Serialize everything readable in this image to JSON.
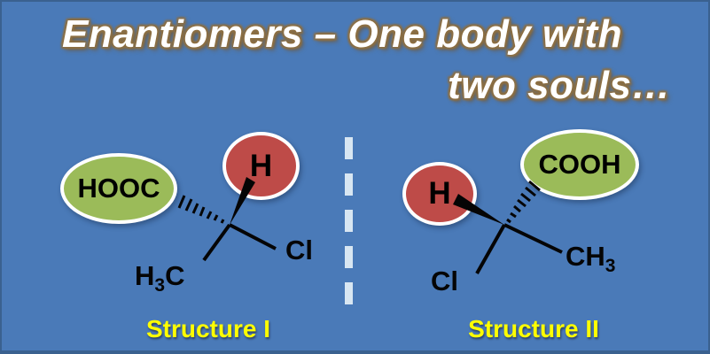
{
  "title": {
    "line1": "Enantiomers – One body with",
    "line2": "two souls…"
  },
  "colors": {
    "background": "#4a7ab8",
    "border": "#3a618f",
    "bubble_green": "#9bbb59",
    "bubble_red": "#be4b48",
    "bubble_outline": "#ffffff",
    "caption_yellow": "#ffff00",
    "title_text": "#ffffff",
    "title_glow": "#8d6f42",
    "divider_dash": "#d8e6f2",
    "bond_black": "#050505"
  },
  "structure1": {
    "caption": "Structure I",
    "acid_group": "HOOC",
    "hydrogen": "H",
    "chlorine": "Cl",
    "methyl": {
      "p1": "H",
      "sub": "3",
      "p2": "C"
    }
  },
  "structure2": {
    "caption": "Structure II",
    "acid_group": "COOH",
    "hydrogen": "H",
    "chlorine": "Cl",
    "methyl": {
      "p1": "CH",
      "sub": "3"
    }
  }
}
